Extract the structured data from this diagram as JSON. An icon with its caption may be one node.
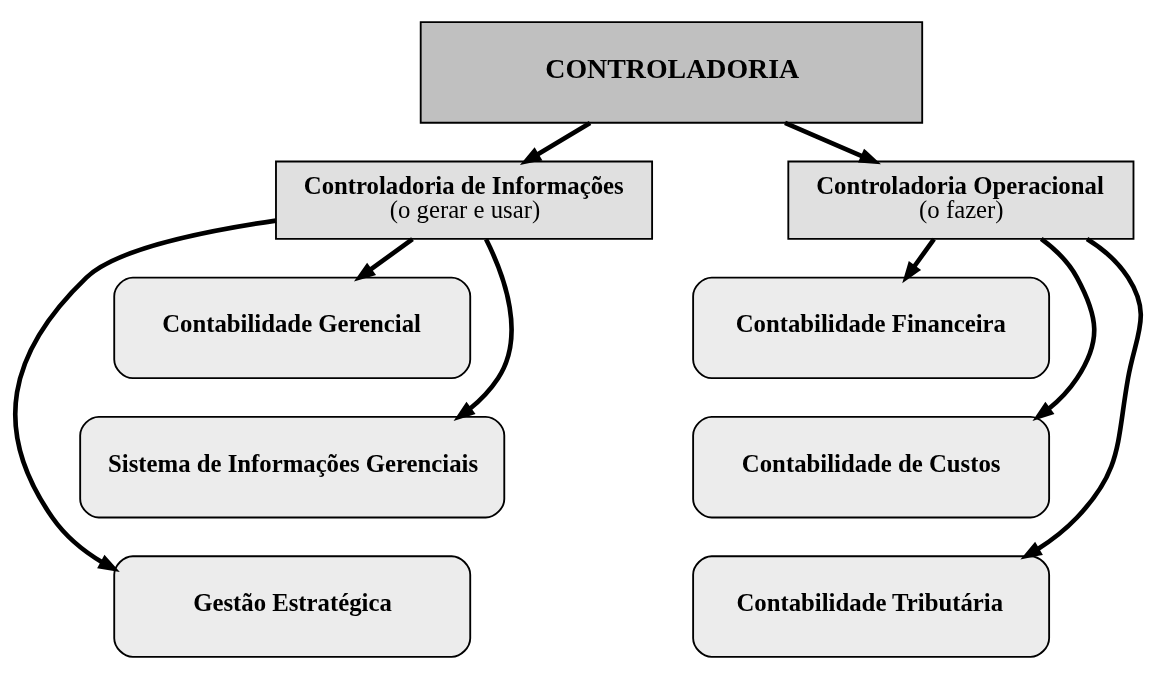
{
  "diagram": {
    "nodes": [
      {
        "text": [
          "CONTROLADORIA"
        ]
      },
      {
        "text": [
          "Controladoria de Informações",
          "(o gerar e usar)"
        ]
      },
      {
        "text": [
          "Controladoria Operacional",
          "(o fazer)"
        ]
      },
      {
        "text": [
          "Contabilidade Gerencial"
        ]
      },
      {
        "text": [
          "Sistema de Informações Gerenciais"
        ]
      },
      {
        "text": [
          "Gestão Estratégica"
        ]
      },
      {
        "text": [
          "Contabilidade Financeira"
        ]
      },
      {
        "text": [
          "Contabilidade de Custos"
        ]
      },
      {
        "text": [
          "Contabilidade Tributária"
        ]
      }
    ],
    "edges": [
      {
        "from": 0,
        "to": 1,
        "arrow": "to"
      },
      {
        "from": 0,
        "to": 2,
        "arrow": "to"
      },
      {
        "from": 1,
        "to": 3,
        "arrow": "to"
      },
      {
        "from": 1,
        "to": 4,
        "arrow": "to"
      },
      {
        "from": 1,
        "to": 5,
        "arrow": "to"
      },
      {
        "from": 2,
        "to": 6,
        "arrow": "to"
      },
      {
        "from": 2,
        "to": 7,
        "arrow": "to"
      },
      {
        "from": 2,
        "to": 8,
        "arrow": "to"
      }
    ]
  }
}
